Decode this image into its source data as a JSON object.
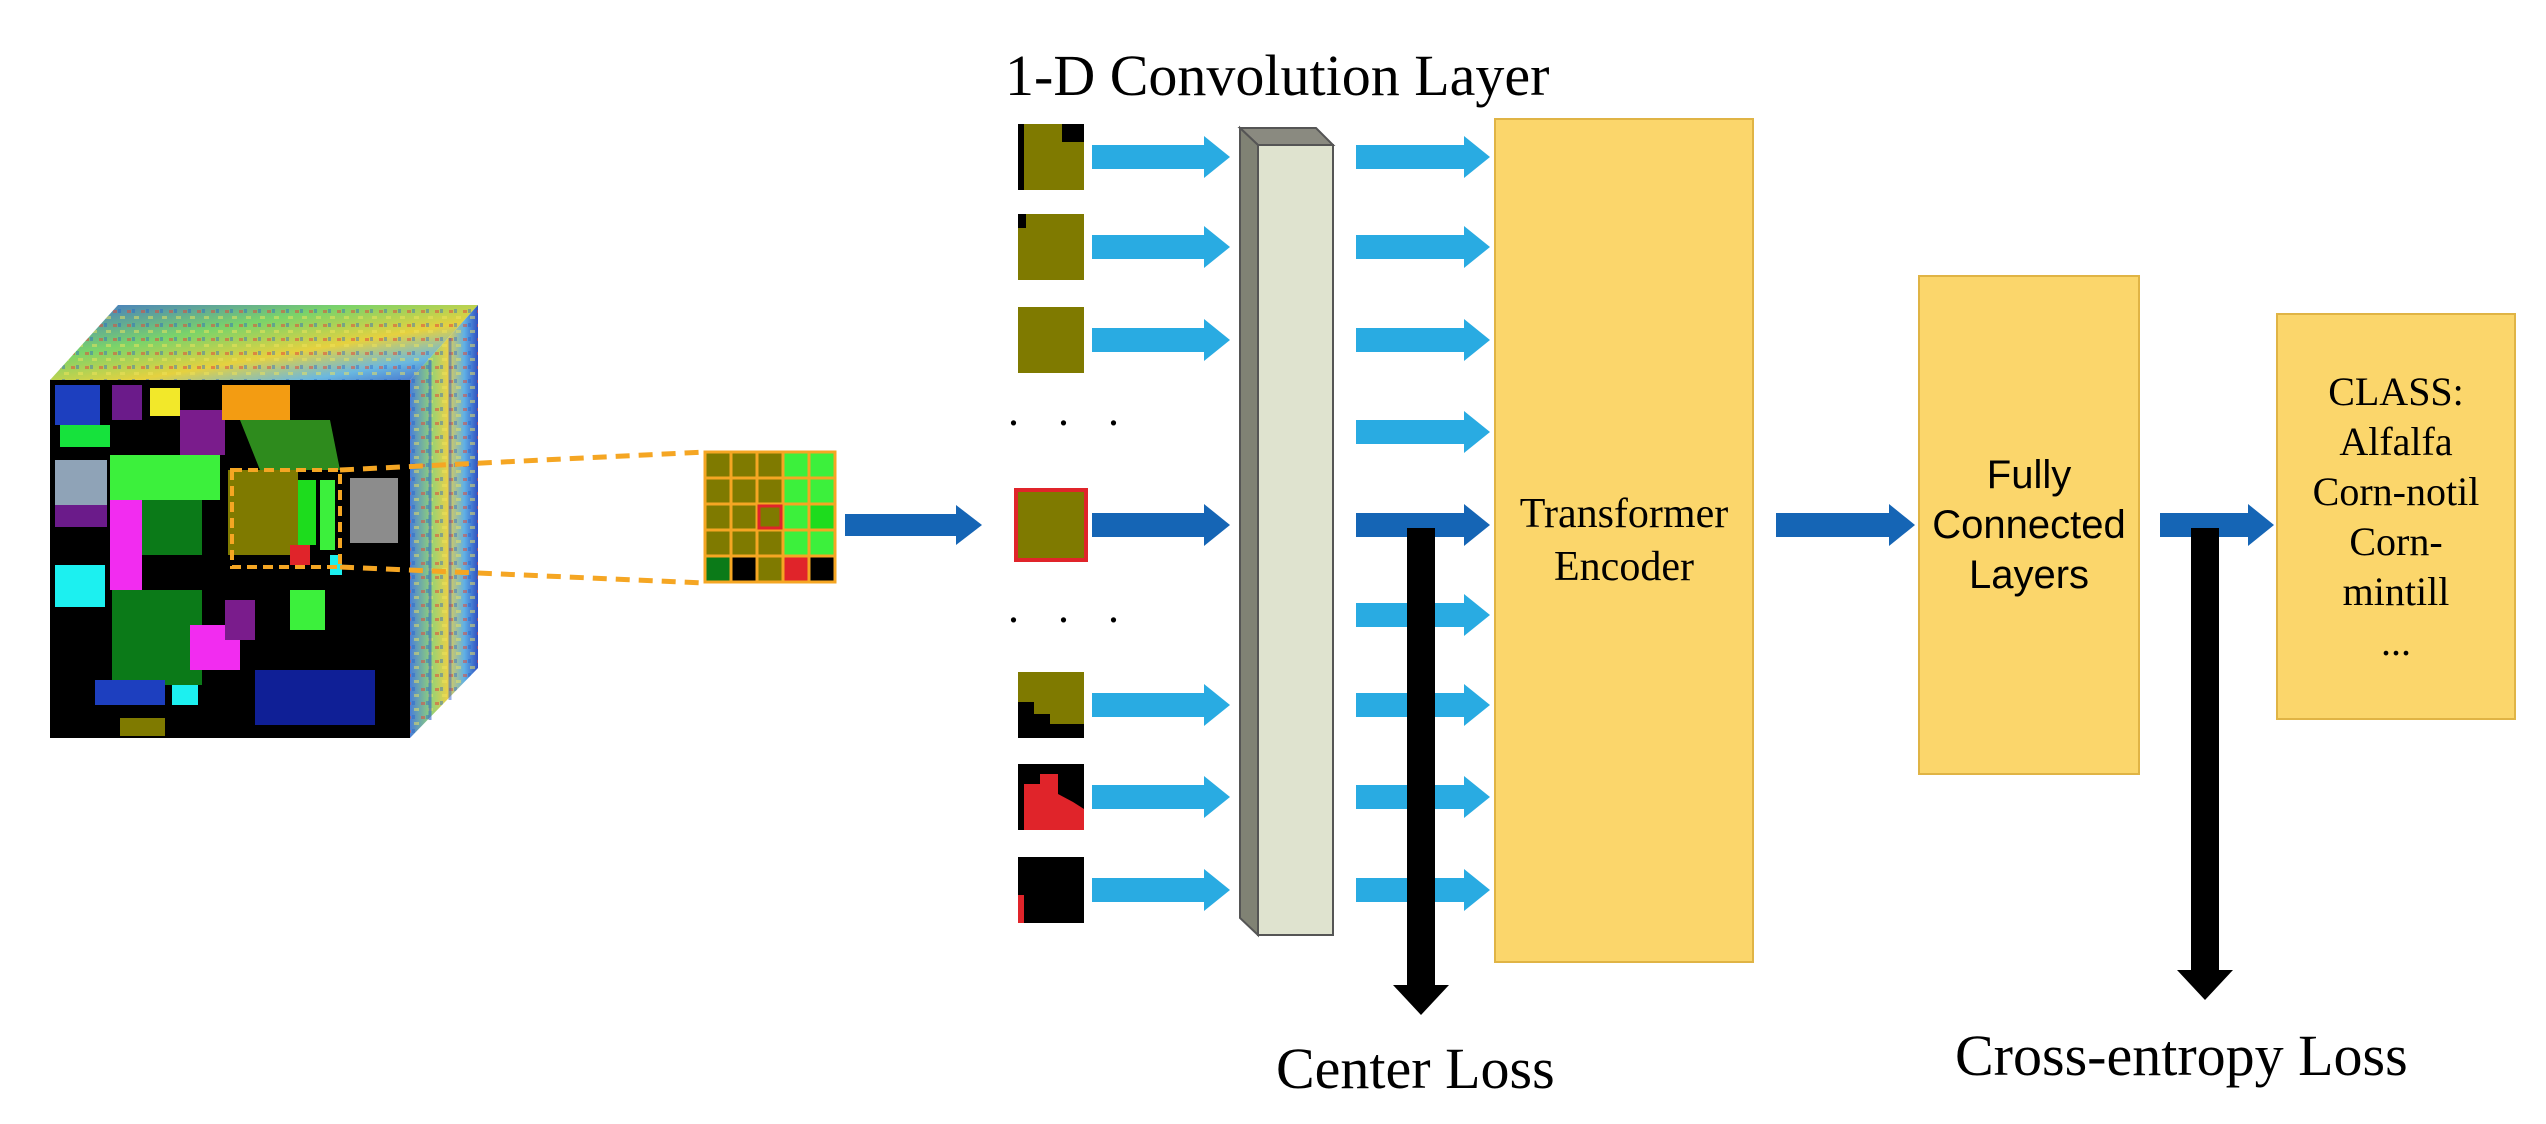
{
  "conv_layer": {
    "title": "1-D Convolution Layer"
  },
  "dots": ". . .",
  "transformer": {
    "label_lines": [
      "Transformer",
      "Encoder"
    ]
  },
  "fc": {
    "label_lines": [
      "Fully",
      "Connected",
      "Layers"
    ]
  },
  "class_box": {
    "label_lines": [
      "CLASS:",
      "Alfalfa",
      "Corn-notil",
      "Corn-",
      "mintill",
      "..."
    ]
  },
  "losses": {
    "center": "Center Loss",
    "cross_entropy": "Cross-entropy Loss"
  },
  "colors": {
    "light_arrow": "#29abe2",
    "dark_arrow": "#1565b5",
    "block_fill": "#fbd66b",
    "patch_olive": "#7f7a00",
    "highlight_red": "#e0242a",
    "conv_bar": "#dfe3cf",
    "grid_orange": "#f5a623"
  }
}
